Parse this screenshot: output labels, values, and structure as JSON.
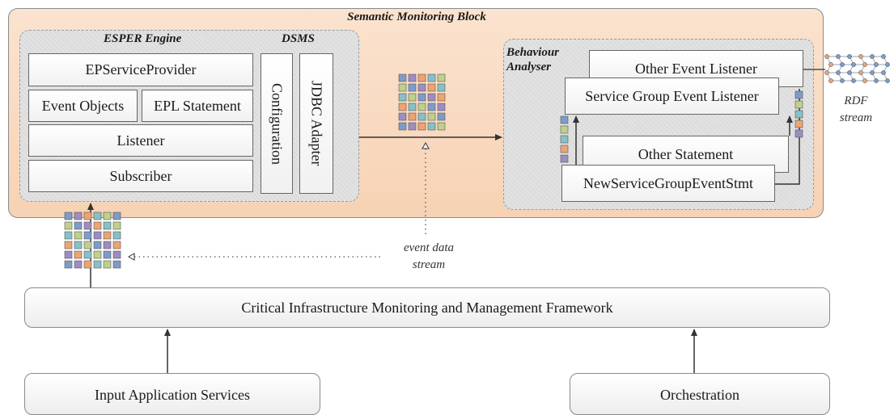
{
  "semantic_block": {
    "title": "Semantic Monitoring Block"
  },
  "esper": {
    "title": "ESPER Engine",
    "dsms_title": "DSMS",
    "ep_service_provider": "EPServiceProvider",
    "event_objects": "Event Objects",
    "epl_statement": "EPL Statement",
    "listener": "Listener",
    "subscriber": "Subscriber",
    "configuration": "Configuration",
    "jdbc_adapter": "JDBC Adapter"
  },
  "behaviour": {
    "title_line1": "Behaviour",
    "title_line2": "Analyser",
    "other_event_listener": "Other Event Listener",
    "service_group_event_listener": "Service Group Event Listener",
    "other_statement": "Other Statement",
    "new_service_group_event_stmt": "NewServiceGroupEventStmt"
  },
  "rdf_stream": {
    "line1": "RDF",
    "line2": "stream"
  },
  "event_data_stream": {
    "line1": "event data",
    "line2": "stream"
  },
  "framework": {
    "label": "Critical Infrastructure Monitoring and Management Framework"
  },
  "input_services": {
    "label": "Input Application Services"
  },
  "orchestration": {
    "label": "Orchestration"
  },
  "colors": {
    "block_fill": "#f8d8bd",
    "panel_fill": "#dcdcdc",
    "square_blue": "#7e9cc9",
    "square_orange": "#eea471",
    "square_green": "#bfd08c",
    "square_purple": "#9e8cc2",
    "square_teal": "#86c1c9"
  }
}
